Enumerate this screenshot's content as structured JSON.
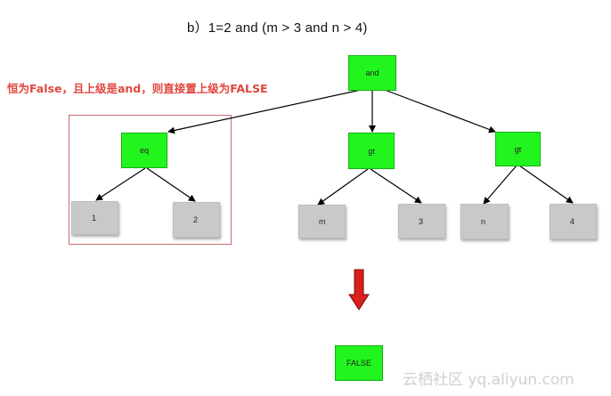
{
  "title": "b）1=2 and (m > 3 and n > 4)",
  "annotation": "恒为False，且上级是and，则直接置上级为FALSE",
  "nodes": {
    "root": "and",
    "eq": "eq",
    "gt_left": "gt",
    "gt_right": "gt",
    "leaf_1": "1",
    "leaf_2": "2",
    "leaf_m": "m",
    "leaf_3": "3",
    "leaf_n": "n",
    "leaf_4": "4"
  },
  "result": "FALSE",
  "watermark": "云栖社区 yq.aliyun.com",
  "colors": {
    "operator_fill": "#22f51e",
    "leaf_fill": "#c9c9c9",
    "highlight_border": "#cc6b73",
    "annotation_text": "#e0473f",
    "arrow_fill": "#d9201b"
  }
}
